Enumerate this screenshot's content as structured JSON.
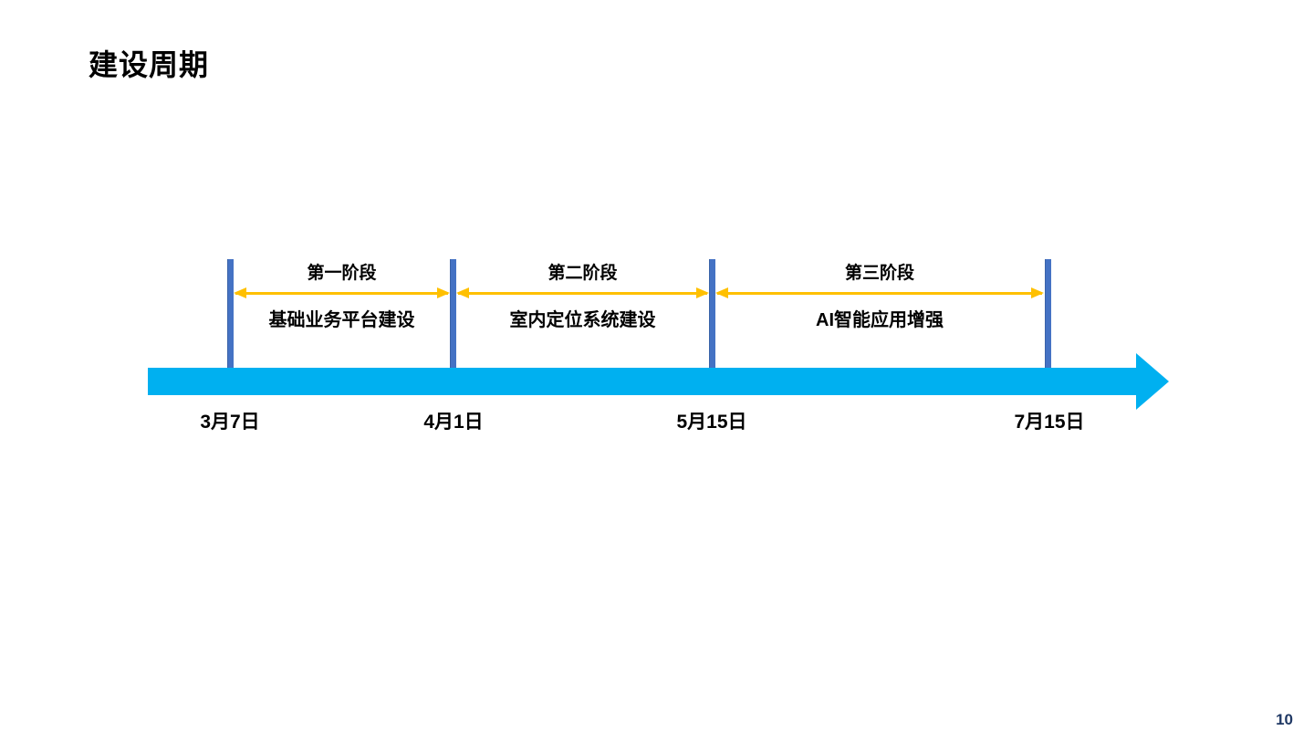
{
  "slide": {
    "title": "建设周期",
    "page_number": "10"
  },
  "timeline": {
    "dates": [
      {
        "label": "3月7日"
      },
      {
        "label": "4月1日"
      },
      {
        "label": "5月15日"
      },
      {
        "label": "7月15日"
      }
    ],
    "phases": [
      {
        "name": "第一阶段",
        "description": "基础业务平台建设",
        "start": "3月7日",
        "end": "4月1日"
      },
      {
        "name": "第二阶段",
        "description": "室内定位系统建设",
        "start": "4月1日",
        "end": "5月15日"
      },
      {
        "name": "第三阶段",
        "description": "AI智能应用增强",
        "start": "5月15日",
        "end": "7月15日"
      }
    ],
    "colors": {
      "timeline_arrow": "#00B0F0",
      "milestone_bar": "#4472C4",
      "phase_range_arrow": "#FFC000",
      "page_number": "#1F3864",
      "text": "#000000"
    }
  }
}
